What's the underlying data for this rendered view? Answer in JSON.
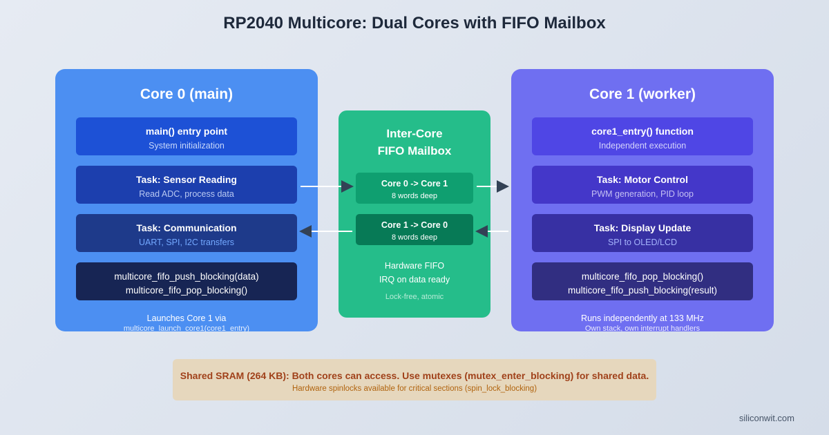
{
  "title": "RP2040 Multicore: Dual Cores with FIFO Mailbox",
  "core0": {
    "title": "Core 0 (main)",
    "cards": [
      {
        "title": "main() entry point",
        "sub": "System initialization"
      },
      {
        "title": "Task: Sensor Reading",
        "sub": "Read ADC, process data"
      },
      {
        "title": "Task: Communication",
        "sub": "UART, SPI, I2C transfers"
      }
    ],
    "code": [
      "multicore_fifo_push_blocking(data)",
      "multicore_fifo_pop_blocking()"
    ],
    "footer": [
      "Launches Core 1 via",
      "multicore_launch_core1(core1_entry)"
    ]
  },
  "core1": {
    "title": "Core 1 (worker)",
    "cards": [
      {
        "title": "core1_entry() function",
        "sub": "Independent execution"
      },
      {
        "title": "Task: Motor Control",
        "sub": "PWM generation, PID loop"
      },
      {
        "title": "Task: Display Update",
        "sub": "SPI to OLED/LCD"
      }
    ],
    "code": [
      "multicore_fifo_pop_blocking()",
      "multicore_fifo_push_blocking(result)"
    ],
    "footer": [
      "Runs independently at 133 MHz",
      "Own stack, own interrupt handlers"
    ]
  },
  "fifo": {
    "title": [
      "Inter-Core",
      "FIFO Mailbox"
    ],
    "queues": [
      {
        "title": "Core 0 -> Core 1",
        "sub": "8 words deep"
      },
      {
        "title": "Core 1 -> Core 0",
        "sub": "8 words deep"
      }
    ],
    "notes": [
      "Hardware FIFO",
      "IRQ on data ready",
      "Lock-free, atomic"
    ]
  },
  "shared": {
    "title": "Shared SRAM (264 KB): Both cores can access. Use mutexes (mutex_enter_blocking) for shared data.",
    "sub": "Hardware spinlocks available for critical sections (spin_lock_blocking)"
  },
  "brand": "siliconwit.com",
  "colors": {
    "core0": "#4c8ff2",
    "core1": "#6f6ff1",
    "fifo": "#25bd8a",
    "shared": "#e6d7bd",
    "arrow": "#334155"
  }
}
